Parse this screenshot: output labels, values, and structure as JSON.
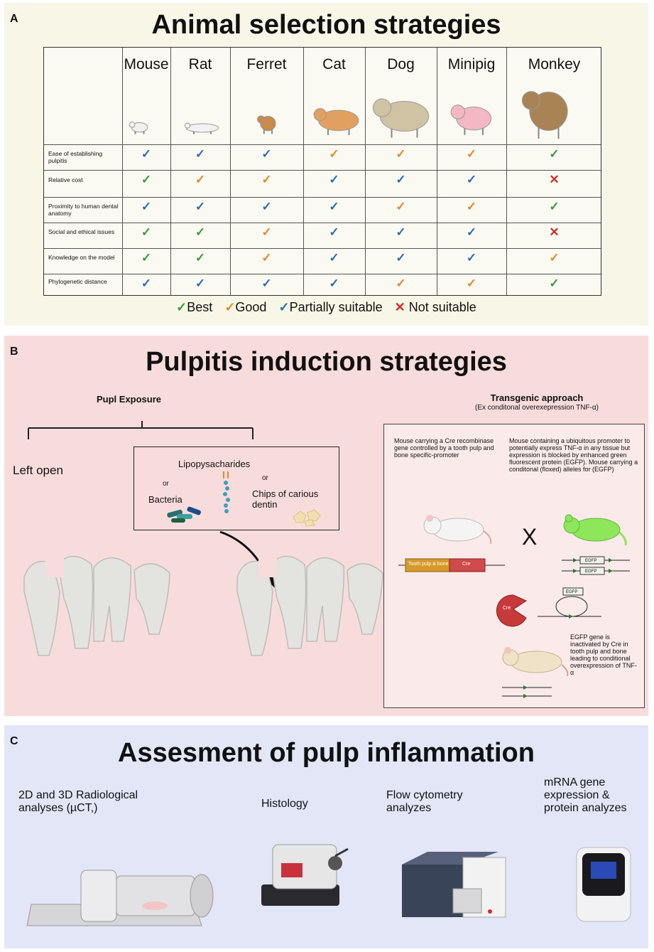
{
  "panel_a": {
    "letter": "A",
    "title": "Animal selection  strategies",
    "animals": [
      "Mouse",
      "Rat",
      "Ferret",
      "Cat",
      "Dog",
      "Minipig",
      "Monkey"
    ],
    "criteria": [
      {
        "label": "Ease of establishing pulpitis",
        "marks": [
          "partial",
          "partial",
          "partial",
          "good",
          "good",
          "good",
          "best"
        ]
      },
      {
        "label": "Relative cost",
        "marks": [
          "best",
          "good",
          "good",
          "partial",
          "partial",
          "partial",
          "not"
        ]
      },
      {
        "label": "Proximity to human dental anatomy",
        "marks": [
          "partial",
          "partial",
          "partial",
          "partial",
          "good",
          "good",
          "best"
        ]
      },
      {
        "label": "Social and ethical issues",
        "marks": [
          "best",
          "best",
          "good",
          "partial",
          "partial",
          "partial",
          "not"
        ]
      },
      {
        "label": "Knowledge on the model",
        "marks": [
          "best",
          "best",
          "good",
          "partial",
          "partial",
          "partial",
          "good"
        ]
      },
      {
        "label": "Phylogenetic distance",
        "marks": [
          "partial",
          "partial",
          "partial",
          "partial",
          "good",
          "good",
          "best"
        ]
      }
    ],
    "legend": {
      "best": "Best",
      "good": "Good",
      "partial": "Partially suitable",
      "not": "Not suitable"
    },
    "colors": {
      "best": "#3a9a3a",
      "good": "#e8862a",
      "partial": "#2a6cc0",
      "not": "#d42a2a"
    }
  },
  "panel_b": {
    "letter": "B",
    "title": "Pulpitis induction  strategies",
    "pulp_exposure": "Pupl Exposure",
    "left_open": "Left open",
    "lps": "Lipopysacharides",
    "or1": "or",
    "or2": "or",
    "bacteria": "Bacteria",
    "chips": "Chips of carious dentin",
    "transgenic_title": "Transgenic approach",
    "transgenic_sub": "(Ex conditonal overexepression TNF-α)",
    "mouse_cre": "Mouse carrying a Cre recombinase gene controlled by a tooth pulp and bone specific-promoter",
    "mouse_ubiq": "Mouse containing  a ubiquitous promoter to potentially express TNF-α in any tissue but expression  is blocked by enhanced green fluorescent protein (EGFP). Mouse carrying a conditonal (floxed) alleles for (EGFP)",
    "cross": "X",
    "tooth_pulp_bone": "Tooth pulp & bone",
    "cre": "Cre",
    "cre2": "Cre",
    "egfp": "EGFP",
    "egfp2": "EGFP",
    "egfp3": "EGFP",
    "egfp_inactivated": "EGFP gene is inactivated by Cre in tooth pulp and bone leading to conditional overexpression of TNF-α"
  },
  "panel_c": {
    "letter": "C",
    "title": "Assesment of pulp inflammation",
    "methods": [
      "2D and 3D Radiological analyses (µCT,)",
      "Histology",
      "Flow cytometry analyzes",
      "mRNA gene expression & protein analyzes"
    ]
  }
}
